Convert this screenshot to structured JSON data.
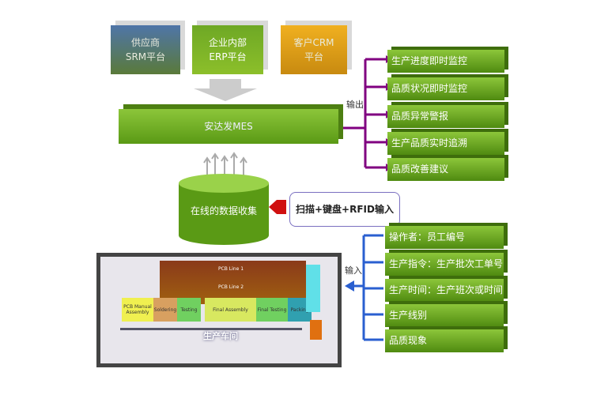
{
  "sources": [
    {
      "line1": "供应商",
      "line2": "SRM平台"
    },
    {
      "line1": "企业内部",
      "line2": "ERP平台"
    },
    {
      "line1": "客户CRM",
      "line2": "平台"
    }
  ],
  "mes": "安达发MES",
  "output_label": "输出",
  "outputs": [
    "生产进度即时监控",
    "品质状况即时监控",
    "品质异常警报",
    "生产品质实时追溯",
    "品质改善建议"
  ],
  "collector": "在线的数据收集",
  "input_methods": "扫描+键盘+RFID输入",
  "input_label": "输入",
  "inputs": [
    "操作者：员工编号",
    "生产指令：生产批次工单号",
    "生产时间：生产班次或时间",
    "生产线别",
    "品质现象"
  ],
  "floor": {
    "title": "生产车间",
    "lines": [
      "PCB Line 1",
      "PCB Line 2"
    ],
    "stations": [
      "PCB Manual Assembly",
      "Soldering",
      "Testing",
      "Final Assembly",
      "Final Testing",
      "Packing"
    ]
  }
}
